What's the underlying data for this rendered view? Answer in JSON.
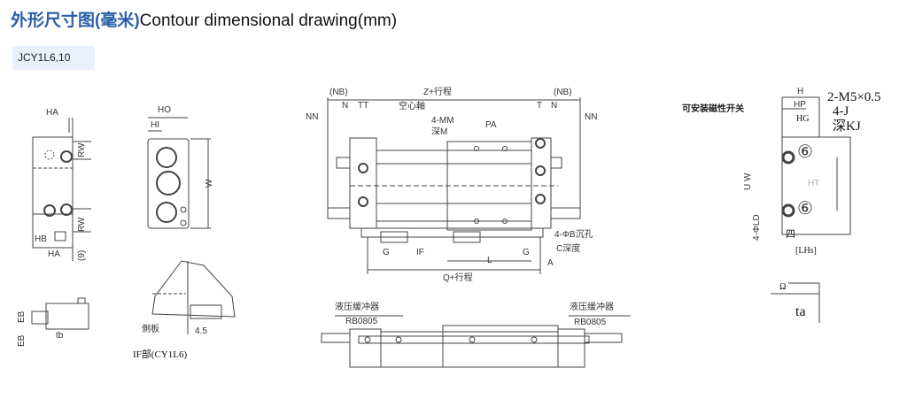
{
  "header": {
    "title_cn": "外形尺寸图(毫米)",
    "title_en": "Contour dimensional drawing(mm)"
  },
  "model_tab": {
    "label": "JCY1L6,10"
  },
  "drawing": {
    "side_view": {
      "HA_top": "HA",
      "RW_top": "RW",
      "RW_bottom": "RW",
      "HB": "HB",
      "HA_bottom": "HA",
      "nine": "(9)"
    },
    "end_view": {
      "HO": "HO",
      "HI": "HI",
      "W": "W"
    },
    "detail_eb": {
      "EB1": "EB",
      "EB2": "EB",
      "tb": "tb"
    },
    "if_detail": {
      "side_plate": "側板",
      "dim": "4.5",
      "caption": "IF部(CY1L6)"
    },
    "front_view": {
      "NB_left": "(NB)",
      "Z": "Z+行程",
      "NB_right": "(NB)",
      "N_left": "N",
      "TT": "TT",
      "hollow_shaft": "空心軸",
      "T": "T",
      "N_right": "N",
      "NN_left": "NN",
      "NN_right": "NN",
      "MM": "4-MM",
      "M_depth": "深M",
      "PA": "PA",
      "hole": "4-ΦB沉孔",
      "C_depth": "C深度",
      "G_left": "G",
      "IF": "IF",
      "L": "L",
      "G_right": "G",
      "A": "A",
      "Q": "Q+行程"
    },
    "bottom_view": {
      "buffer_left": "液压缓冲器",
      "rb_left": "RB0805",
      "buffer_right": "液压缓冲器",
      "rb_right": "RB0805"
    },
    "right_view": {
      "H": "H",
      "HP": "HP",
      "HG": "HG",
      "M5": "2-M5×0.5",
      "J": "4-J",
      "KJ": "深KJ",
      "switch": "可安装磁性开关",
      "WU": "U W",
      "LD": "4-ΦLD",
      "four": "四",
      "LHs": "[LHs]",
      "omega": "Ω",
      "ta": "ta",
      "six1": "⑥",
      "six2": "⑥",
      "HT": "HT"
    }
  }
}
